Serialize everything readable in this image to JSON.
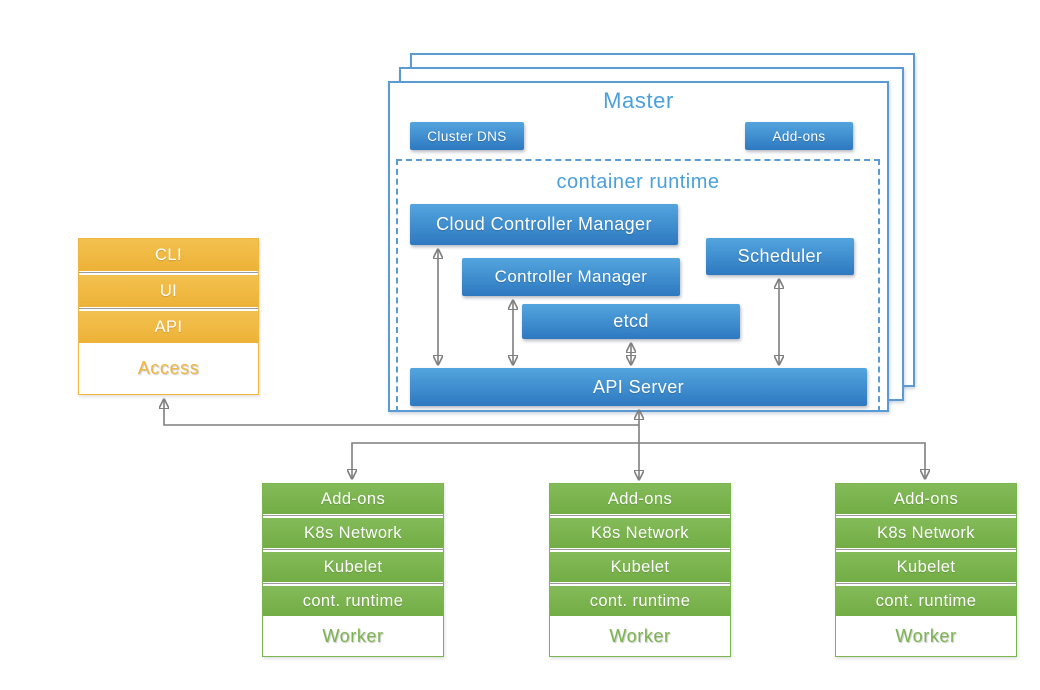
{
  "master": {
    "title": "Master",
    "buttons": {
      "cluster_dns": "Cluster DNS",
      "addons": "Add-ons"
    },
    "container_runtime": {
      "title": "container runtime",
      "cloud_controller_manager": "Cloud Controller Manager",
      "controller_manager": "Controller Manager",
      "scheduler": "Scheduler",
      "etcd": "etcd",
      "api_server": "API Server"
    }
  },
  "access_stack": {
    "items": [
      "CLI",
      "UI",
      "API"
    ],
    "label": "Access"
  },
  "workers": [
    {
      "rows": [
        "Add-ons",
        "K8s Network",
        "Kubelet",
        "cont. runtime"
      ],
      "label": "Worker"
    },
    {
      "rows": [
        "Add-ons",
        "K8s Network",
        "Kubelet",
        "cont. runtime"
      ],
      "label": "Worker"
    },
    {
      "rows": [
        "Add-ons",
        "K8s Network",
        "Kubelet",
        "cont. runtime"
      ],
      "label": "Worker"
    }
  ],
  "colors": {
    "blue_box_top": "#53A5DE",
    "blue_box_bottom": "#2E78C0",
    "master_border_blue": "#5B9BD5",
    "heading_blue": "#4BA0DC",
    "access_orange": "#F0B741",
    "worker_green": "#7CB450",
    "arrow_gray": "#7F7F7F"
  }
}
